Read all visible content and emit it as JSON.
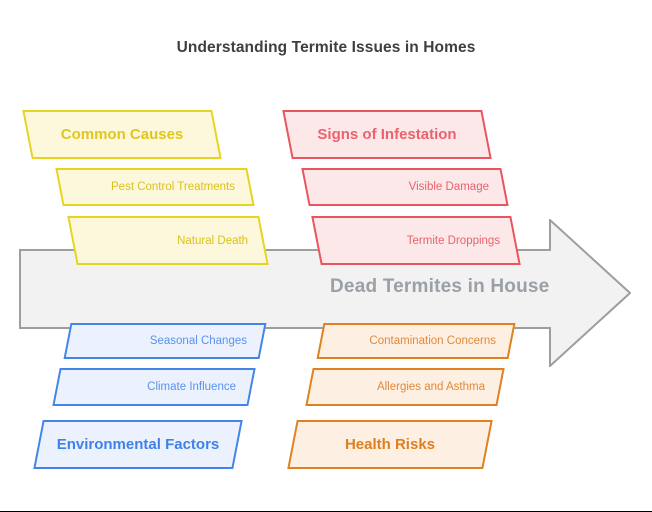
{
  "page": {
    "title": "Understanding Termite Issues in Homes",
    "background": "#ffffff"
  },
  "center": {
    "label": "Dead Termites in House",
    "shape": "right-arrow",
    "fill": "#f2f2f2",
    "stroke": "#9e9e9e",
    "text_color": "#9aa0a6"
  },
  "groups": [
    {
      "id": "common-causes",
      "heading": "Common Causes",
      "position": "top-left",
      "accent": "#e7d421",
      "fill": "#fdf8dc",
      "text_color": "#d9c21d",
      "items": [
        {
          "label": "Pest Control Treatments"
        },
        {
          "label": "Natural Death"
        }
      ]
    },
    {
      "id": "signs-of-infestation",
      "heading": "Signs of Infestation",
      "position": "top-right",
      "accent": "#e9545f",
      "fill": "#fce8e9",
      "text_color": "#e9626c",
      "items": [
        {
          "label": "Visible Damage"
        },
        {
          "label": "Termite Droppings"
        }
      ]
    },
    {
      "id": "environmental-factors",
      "heading": "Environmental Factors",
      "position": "bottom-left",
      "accent": "#4285e8",
      "fill": "#ebf2fe",
      "text_color": "#5a92ec",
      "items": [
        {
          "label": "Seasonal Changes"
        },
        {
          "label": "Climate Influence"
        }
      ]
    },
    {
      "id": "health-risks",
      "heading": "Health Risks",
      "position": "bottom-right",
      "accent": "#e08020",
      "fill": "#fdf0e2",
      "text_color": "#e2883a",
      "items": [
        {
          "label": "Contamination Concerns"
        },
        {
          "label": "Allergies and Asthma"
        }
      ]
    }
  ]
}
